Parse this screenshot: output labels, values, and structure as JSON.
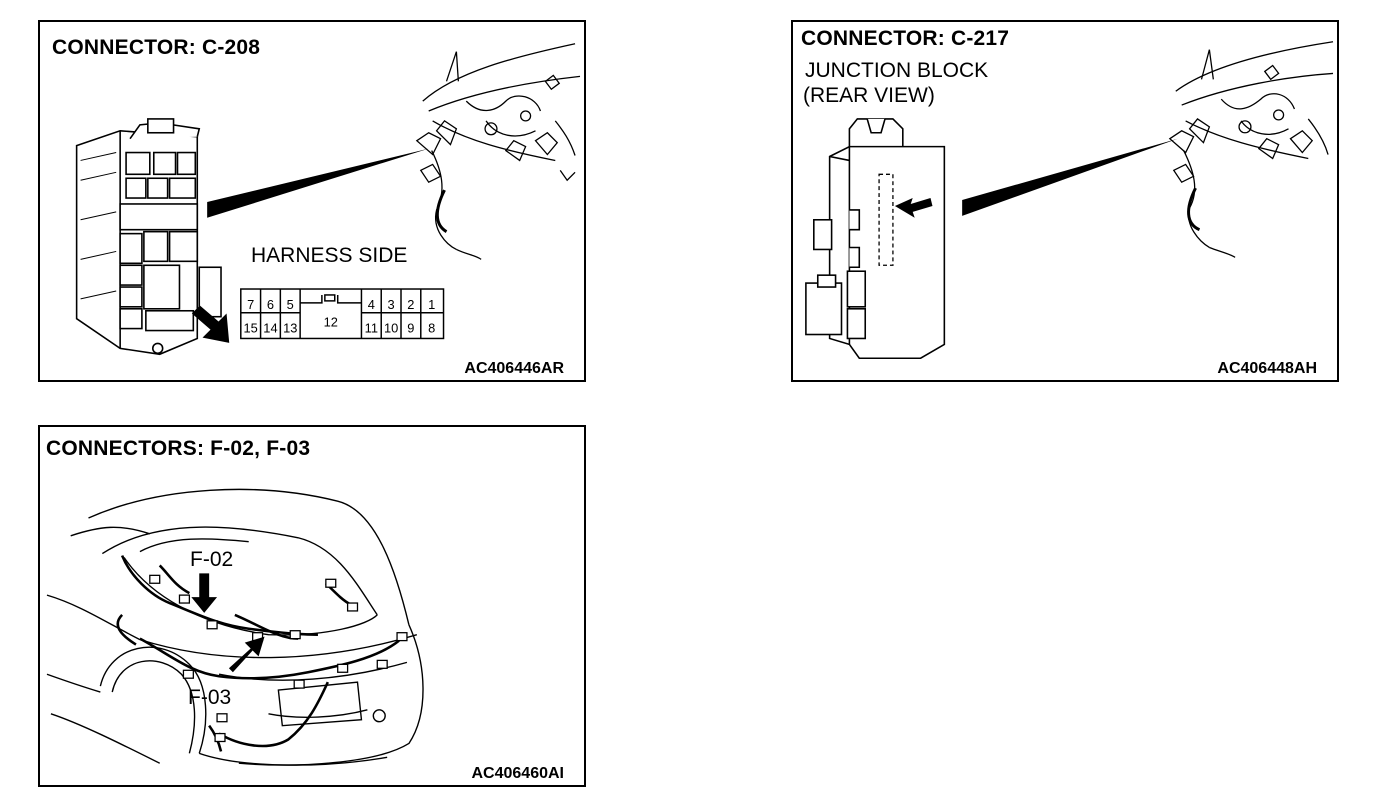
{
  "panels": [
    {
      "title": "CONNECTOR: C-208",
      "harness_label": "HARNESS SIDE",
      "code": "AC406446AR",
      "pins_top_left": [
        "7",
        "6",
        "5"
      ],
      "pins_top_right": [
        "4",
        "3",
        "2",
        "1"
      ],
      "pins_bottom_left": [
        "15",
        "14",
        "13"
      ],
      "pin_center": "12",
      "pins_bottom_right": [
        "11",
        "10",
        "9",
        "8"
      ]
    },
    {
      "title": "CONNECTOR: C-217",
      "subtitle_line1": "JUNCTION BLOCK",
      "subtitle_line2": "(REAR VIEW)",
      "code": "AC406448AH"
    },
    {
      "title": "CONNECTORS: F-02, F-03",
      "label_f02": "F-02",
      "label_f03": "F-03",
      "code": "AC406460AI"
    }
  ]
}
